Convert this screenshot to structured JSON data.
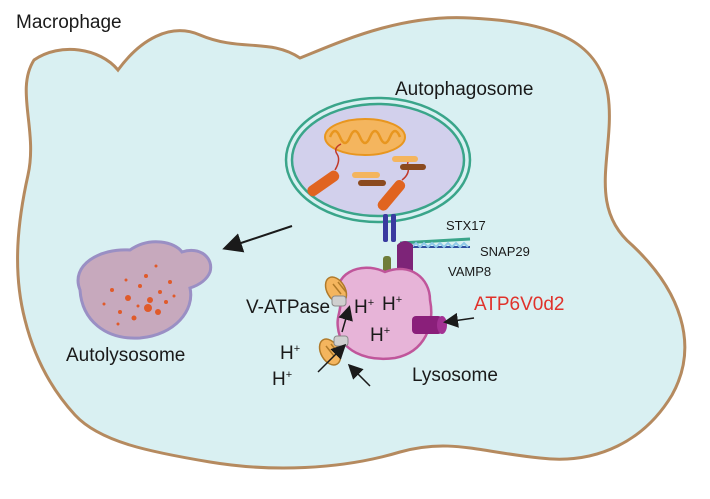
{
  "labels": {
    "cell": "Macrophage",
    "autophagosome": "Autophagosome",
    "autolysosome": "Autolysosome",
    "lysosome": "Lysosome",
    "stx17": "STX17",
    "snap29": "SNAP29",
    "vamp8": "VAMP8",
    "vatpase": "V-ATPase",
    "atp6v0d2": "ATP6V0d2",
    "h": "H",
    "plus": "+"
  },
  "colors": {
    "cell_fill": "#d9f0f2",
    "cell_border": "#b58a5f",
    "autophagosome_fill": "#d2d0ec",
    "autophagosome_border": "#3aa58a",
    "autolysosome_fill": "#c7a9bd",
    "autolysosome_border": "#9a8fc4",
    "lysosome_fill": "#e7b4d8",
    "lysosome_border": "#c0569b",
    "highlight_text": "#e0322b",
    "vesicle_dots": "#e05a2a"
  }
}
